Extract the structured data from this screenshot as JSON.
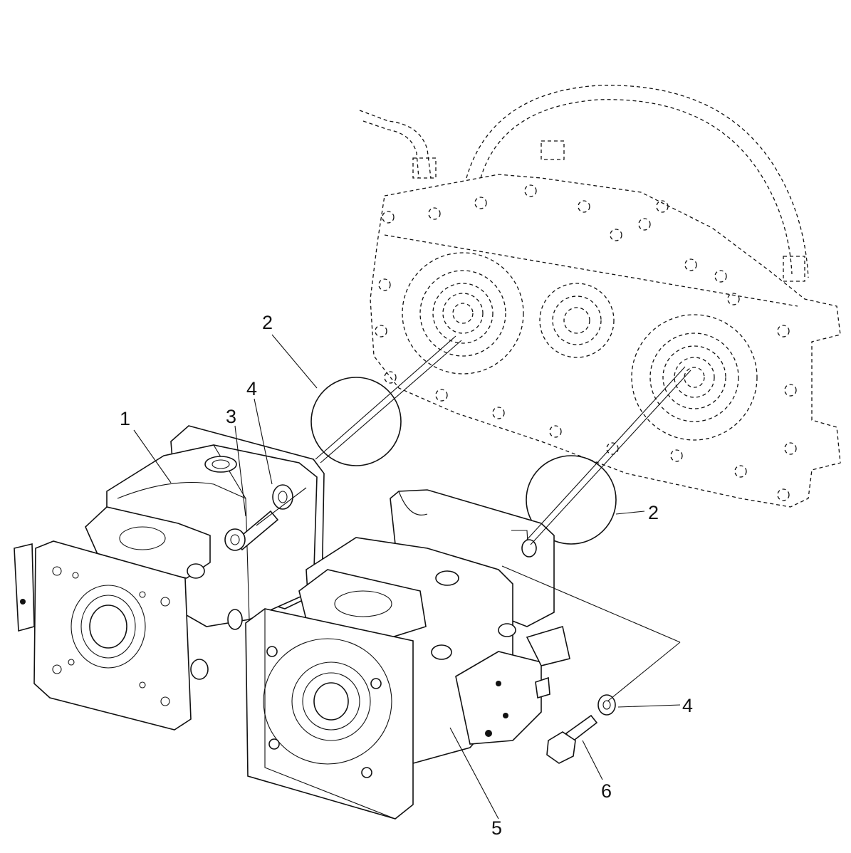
{
  "callouts": {
    "item1": "1",
    "item2_upper": "2",
    "item2_lower": "2",
    "item3": "3",
    "item4_upper": "4",
    "item4_lower": "4",
    "item5": "5",
    "item6": "6"
  },
  "colors": {
    "line": "#111111",
    "background": "#ffffff"
  }
}
